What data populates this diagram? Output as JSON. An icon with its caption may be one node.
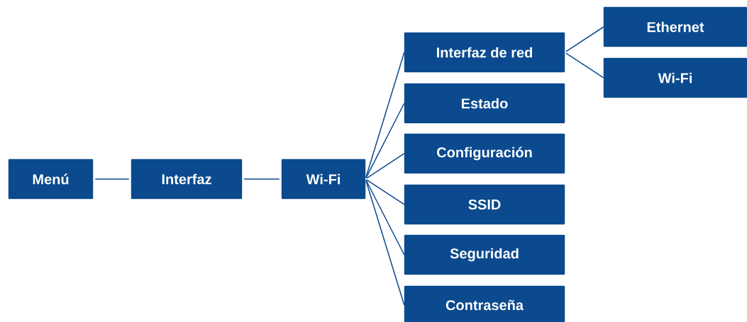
{
  "diagram": {
    "nodes": [
      {
        "text": [
          "Menú"
        ]
      },
      {
        "text": [
          "Interfaz"
        ]
      },
      {
        "text": [
          "Wi-Fi"
        ]
      },
      {
        "text": [
          "Interfaz de red"
        ]
      },
      {
        "text": [
          "Estado"
        ]
      },
      {
        "text": [
          "Configuración"
        ]
      },
      {
        "text": [
          "SSID"
        ]
      },
      {
        "text": [
          "Seguridad"
        ]
      },
      {
        "text": [
          "Contraseña"
        ]
      },
      {
        "text": [
          "Ethernet"
        ]
      },
      {
        "text": [
          "Wi-Fi"
        ]
      }
    ],
    "edges": [
      {
        "from": 0,
        "to": 1,
        "arrow": "none"
      },
      {
        "from": 1,
        "to": 2,
        "arrow": "none"
      },
      {
        "from": 2,
        "to": 3,
        "arrow": "none"
      },
      {
        "from": 2,
        "to": 4,
        "arrow": "none"
      },
      {
        "from": 2,
        "to": 5,
        "arrow": "none"
      },
      {
        "from": 2,
        "to": 6,
        "arrow": "none"
      },
      {
        "from": 2,
        "to": 7,
        "arrow": "none"
      },
      {
        "from": 2,
        "to": 8,
        "arrow": "none"
      },
      {
        "from": 3,
        "to": 9,
        "arrow": "none"
      },
      {
        "from": 3,
        "to": 10,
        "arrow": "none"
      }
    ]
  }
}
